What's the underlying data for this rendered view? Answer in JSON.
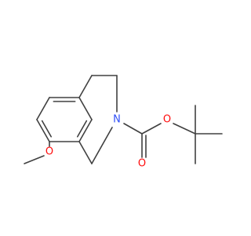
{
  "molecule": {
    "atoms": {
      "methoxy_o": {
        "symbol": "O",
        "color": "#ff0d0d"
      },
      "ring_n": {
        "symbol": "N",
        "color": "#3050f8"
      },
      "carbonyl_o": {
        "symbol": "O",
        "color": "#ff0d0d"
      },
      "ester_o": {
        "symbol": "O",
        "color": "#ff0d0d"
      }
    },
    "bond_color": "#404040"
  }
}
